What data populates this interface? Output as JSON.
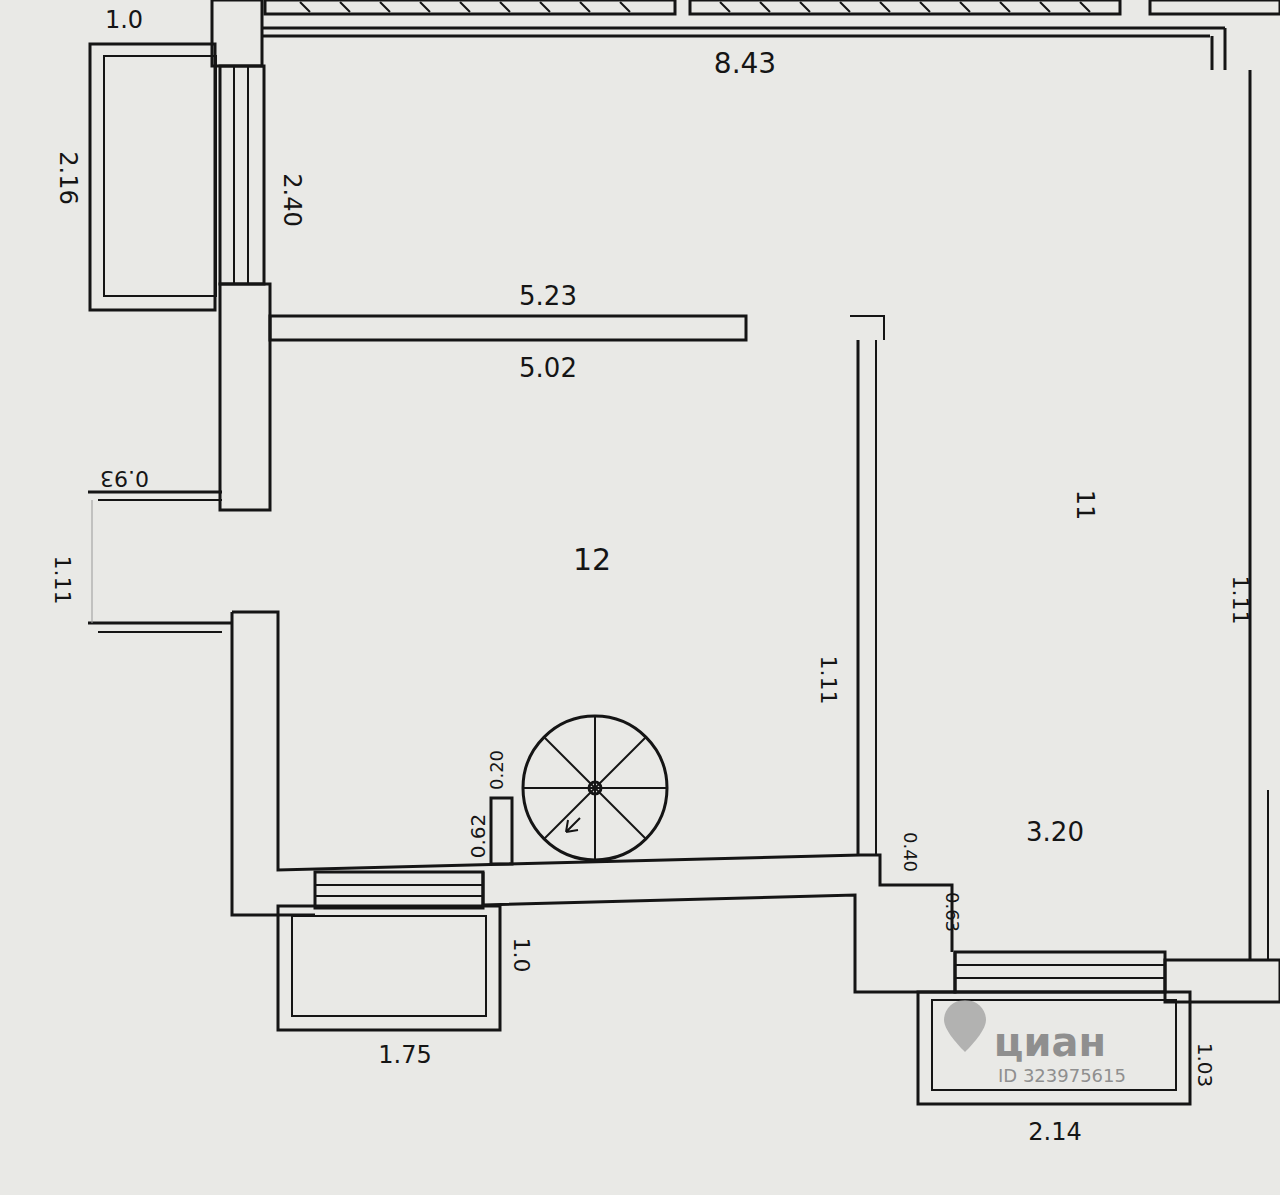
{
  "diagram": {
    "labels": [
      "1.0",
      "8.43",
      "2.16",
      "2.40",
      "5.23",
      "5.02",
      "0.93",
      "1.11",
      "12",
      "1.11",
      "11",
      "1.11",
      "0.20",
      "0.62",
      "1.0",
      "1.75",
      "0.40",
      "3.20",
      "0.63",
      "1.03",
      "2.14",
      "циан",
      "ID 323975615"
    ]
  }
}
